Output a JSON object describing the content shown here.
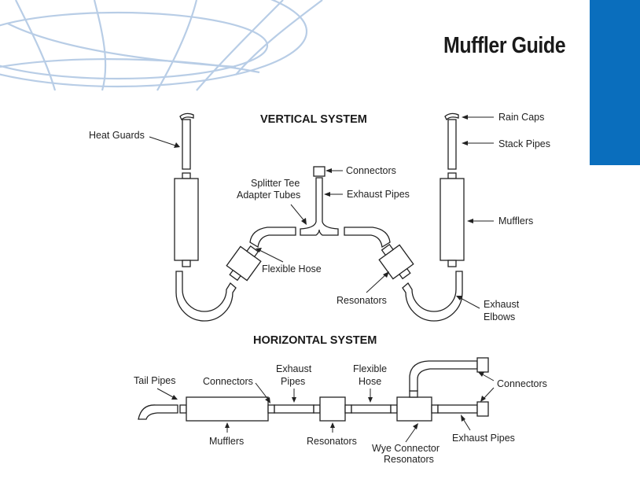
{
  "header": {
    "title": "Muffler Guide",
    "accent_color": "#0a6ebd",
    "globe_color": "#b8cde6"
  },
  "vertical": {
    "title": "VERTICAL SYSTEM",
    "labels": {
      "heat_guards": "Heat Guards",
      "rain_caps": "Rain Caps",
      "stack_pipes": "Stack Pipes",
      "connectors": "Connectors",
      "splitter_tee": "Splitter Tee",
      "adapter_tubes": "Adapter Tubes",
      "exhaust_pipes": "Exhaust Pipes",
      "mufflers": "Mufflers",
      "flexible_hose": "Flexible Hose",
      "resonators": "Resonators",
      "exhaust": "Exhaust",
      "elbows": "Elbows"
    }
  },
  "horizontal": {
    "title": "HORIZONTAL SYSTEM",
    "labels": {
      "tail_pipes": "Tail Pipes",
      "connectors": "Connectors",
      "exhaust": "Exhaust",
      "pipes": "Pipes",
      "flexible": "Flexible",
      "hose": "Hose",
      "connectors_right": "Connectors",
      "mufflers": "Mufflers",
      "resonators": "Resonators",
      "wye_connector": "Wye Connector",
      "wye_resonators": "Resonators",
      "exhaust_pipes": "Exhaust Pipes"
    }
  }
}
